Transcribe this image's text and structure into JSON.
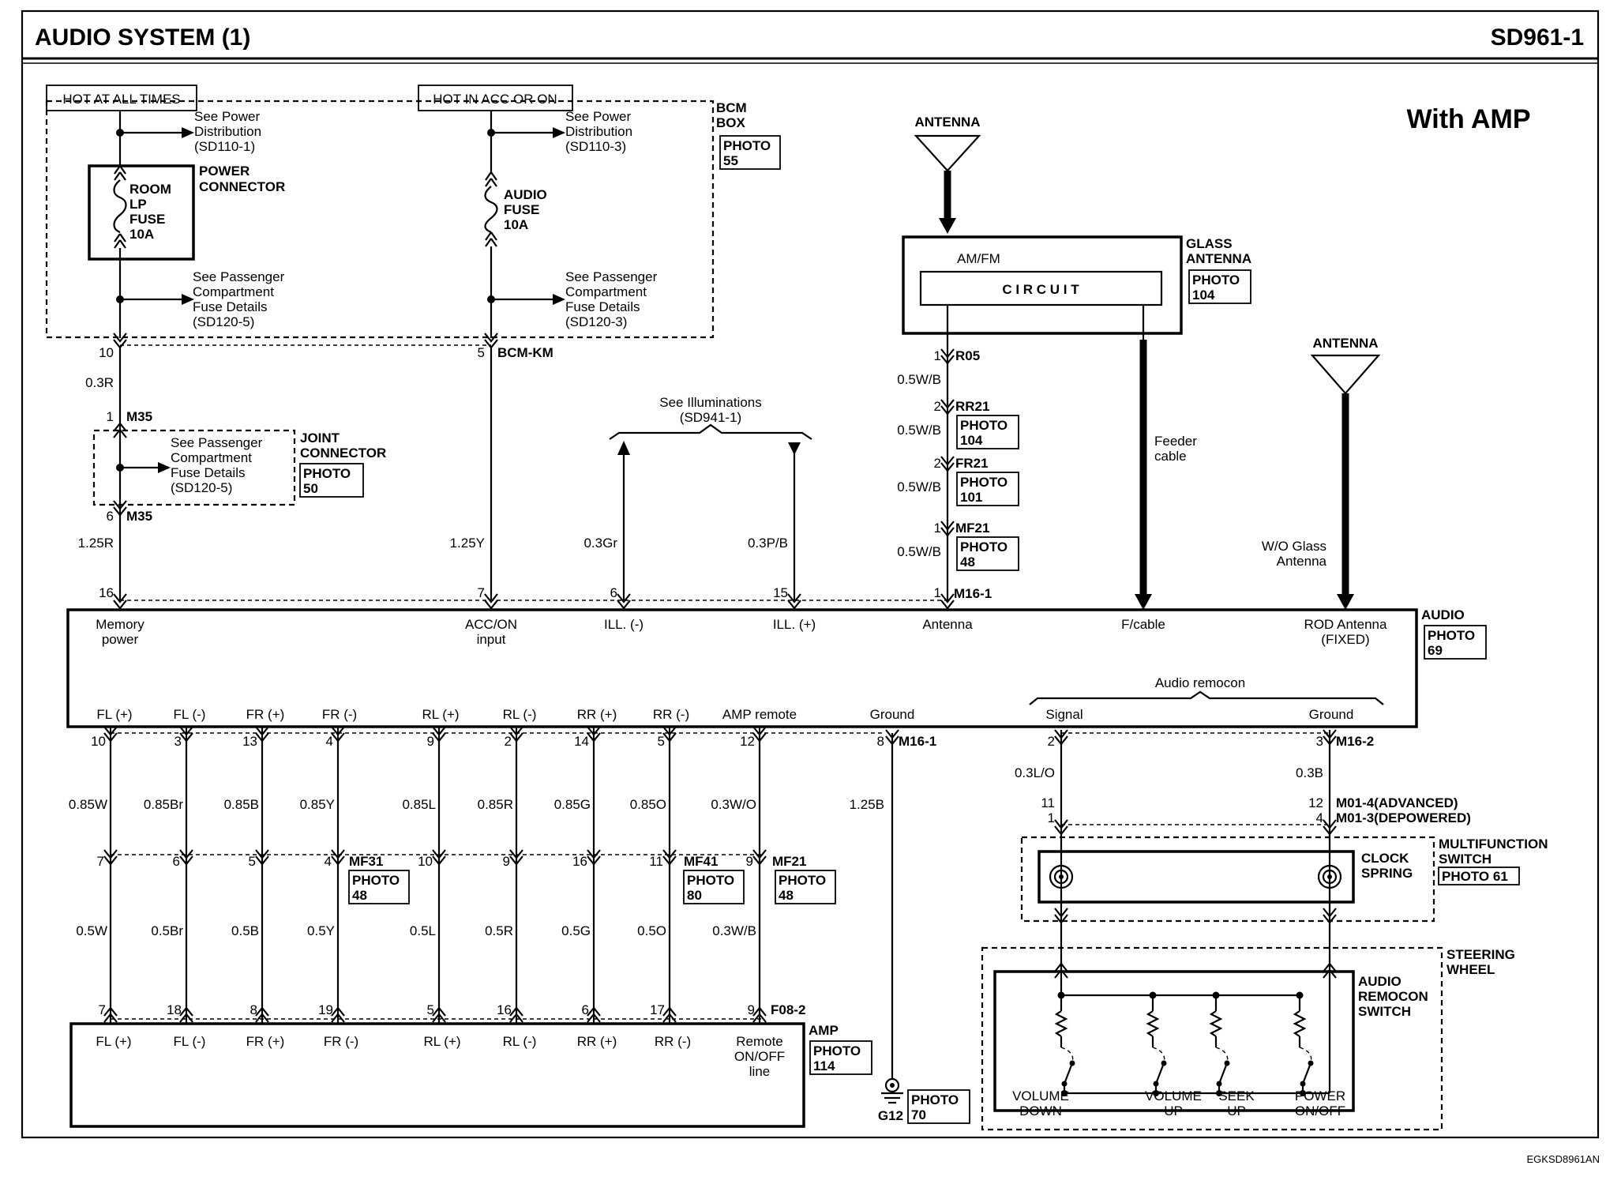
{
  "page": {
    "title": "AUDIO SYSTEM (1)",
    "code": "SD961-1",
    "variant": "With AMP",
    "image_code": "EGKSD8961AN"
  },
  "power": {
    "hot_all": "HOT AT ALL TIMES",
    "hot_acc": "HOT IN ACC OR ON",
    "bcm_box": [
      "BCM",
      "BOX"
    ],
    "bcm_photo": [
      "PHOTO",
      "55"
    ],
    "see_pd1": [
      "See Power",
      "Distribution",
      "(SD110-1)"
    ],
    "see_pd3": [
      "See Power",
      "Distribution",
      "(SD110-3)"
    ],
    "power_connector": [
      "POWER",
      "CONNECTOR"
    ],
    "room_fuse": [
      "ROOM",
      "LP",
      "FUSE",
      "10A"
    ],
    "audio_fuse": [
      "AUDIO",
      "FUSE",
      "10A"
    ],
    "see_pcf5": [
      "See Passenger",
      "Compartment",
      "Fuse Details",
      "(SD120-5)"
    ],
    "see_pcf3": [
      "See Passenger",
      "Compartment",
      "Fuse Details",
      "(SD120-3)"
    ],
    "pin_10": "10",
    "pin_5": "5",
    "bcm_km": "BCM-KM",
    "wire_03r": "0.3R",
    "pin_1": "1",
    "m35": "M35",
    "joint_connector": [
      "JOINT",
      "CONNECTOR"
    ],
    "joint_photo": [
      "PHOTO",
      "50"
    ],
    "see_pcf5_joint": [
      "See Passenger",
      "Compartment",
      "Fuse Details",
      "(SD120-5)"
    ],
    "pin_6": "6",
    "wire_125r": "1.25R",
    "wire_125y": "1.25Y"
  },
  "illum": {
    "see": [
      "See Illuminations",
      "(SD941-1)"
    ],
    "wire_gr": "0.3Gr",
    "wire_pb": "0.3P/B"
  },
  "antenna": {
    "antenna_label": "ANTENNA",
    "amfm": "AM/FM",
    "circuit": "C I R C U I T",
    "glass_antenna": [
      "GLASS",
      "ANTENNA"
    ],
    "glass_photo": [
      "PHOTO",
      "104"
    ],
    "conn": [
      {
        "pin": "1",
        "name": "R05",
        "wire": "0.5W/B",
        "photo": null
      },
      {
        "pin": "2",
        "name": "RR21",
        "wire": "0.5W/B",
        "photo": [
          "PHOTO",
          "104"
        ]
      },
      {
        "pin": "2",
        "name": "FR21",
        "wire": "0.5W/B",
        "photo": [
          "PHOTO",
          "101"
        ]
      },
      {
        "pin": "1",
        "name": "MF21",
        "wire": "0.5W/B",
        "photo": [
          "PHOTO",
          "48"
        ]
      }
    ],
    "feeder": [
      "Feeder",
      "cable"
    ],
    "rod_antenna": "ANTENNA",
    "wo_glass": [
      "W/O Glass",
      "Antenna"
    ]
  },
  "audio": {
    "label": "AUDIO",
    "photo": [
      "PHOTO",
      "69"
    ],
    "top_pins": [
      {
        "pin": "16",
        "label": [
          "Memory",
          "power"
        ]
      },
      {
        "pin": "7",
        "label": [
          "ACC/ON",
          "input"
        ]
      },
      {
        "pin": "6",
        "label": [
          "ILL. (-)"
        ]
      },
      {
        "pin": "15",
        "label": [
          "ILL. (+)"
        ]
      },
      {
        "pin": "1",
        "label": [
          "Antenna"
        ]
      },
      {
        "pin": "",
        "label": [
          "F/cable"
        ]
      },
      {
        "pin": "",
        "label": [
          "ROD Antenna",
          "(FIXED)"
        ]
      }
    ],
    "m16_1_top": "M16-1",
    "bottom_labels": [
      "FL (+)",
      "FL (-)",
      "FR (+)",
      "FR (-)",
      "RL (+)",
      "RL (-)",
      "RR (+)",
      "RR (-)",
      "AMP remote",
      "Ground",
      "Signal",
      "Ground"
    ],
    "audio_remocon": "Audio remocon"
  },
  "speaker_wires": {
    "audio_pins": [
      "10",
      "3",
      "13",
      "4",
      "9",
      "2",
      "14",
      "5",
      "12"
    ],
    "wire_upper": [
      "0.85W",
      "0.85Br",
      "0.85B",
      "0.85Y",
      "0.85L",
      "0.85R",
      "0.85G",
      "0.85O",
      "0.3W/O"
    ],
    "mid_pins": [
      "7",
      "6",
      "5",
      "4",
      "10",
      "9",
      "16",
      "11",
      "9"
    ],
    "wire_lower": [
      "0.5W",
      "0.5Br",
      "0.5B",
      "0.5Y",
      "0.5L",
      "0.5R",
      "0.5G",
      "0.5O",
      "0.3W/B"
    ],
    "amp_pins": [
      "7",
      "18",
      "8",
      "19",
      "5",
      "16",
      "6",
      "17",
      "9"
    ],
    "mf31": "MF31",
    "mf31_photo": [
      "PHOTO",
      "48"
    ],
    "mf41": "MF41",
    "mf41_photo": [
      "PHOTO",
      "80"
    ],
    "mf21": "MF21",
    "mf21_photo": [
      "PHOTO",
      "48"
    ],
    "f08_2": "F08-2"
  },
  "ground": {
    "pin": "8",
    "conn": "M16-1",
    "wire": "1.25B",
    "g12": "G12",
    "photo": [
      "PHOTO",
      "70"
    ]
  },
  "amp": {
    "label": "AMP",
    "photo": [
      "PHOTO",
      "114"
    ],
    "labels": [
      "FL (+)",
      "FL (-)",
      "FR (+)",
      "FR (-)",
      "RL (+)",
      "RL (-)",
      "RR (+)",
      "RR (-)"
    ],
    "remote": [
      "Remote",
      "ON/OFF",
      "line"
    ]
  },
  "remocon": {
    "pin_2": "2",
    "pin_3": "3",
    "m16_2": "M16-2",
    "wire_sig": "0.3L/O",
    "wire_gnd": "0.3B",
    "pin_11": "11",
    "pin_1": "1",
    "pin_12": "12",
    "pin_4": "4",
    "m01_4": "M01-4(ADVANCED)",
    "m01_3": "M01-3(DEPOWERED)",
    "multifunction": [
      "MULTIFUNCTION",
      "SWITCH"
    ],
    "mf_photo": "PHOTO 61",
    "clock_spring": [
      "CLOCK",
      "SPRING"
    ],
    "steering_wheel": [
      "STEERING",
      "WHEEL"
    ],
    "remocon_switch": [
      "AUDIO",
      "REMOCON",
      "SWITCH"
    ],
    "buttons": [
      [
        "VOLUME",
        "DOWN"
      ],
      [
        "VOLUME",
        "UP"
      ],
      [
        "SEEK",
        "UP"
      ],
      [
        "POWER",
        "ON/OFF"
      ]
    ]
  }
}
